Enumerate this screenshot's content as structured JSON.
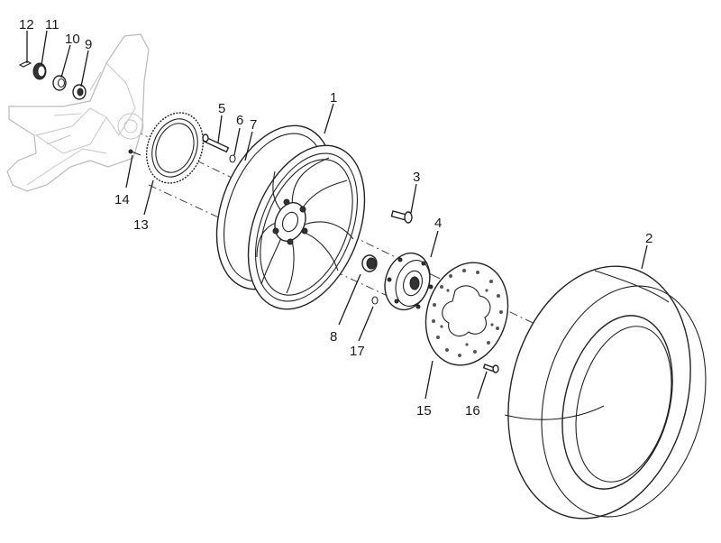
{
  "callouts": [
    {
      "id": "12",
      "text": "12"
    },
    {
      "id": "11",
      "text": "11"
    },
    {
      "id": "10",
      "text": "10"
    },
    {
      "id": "9",
      "text": "9"
    },
    {
      "id": "5",
      "text": "5"
    },
    {
      "id": "6",
      "text": "6"
    },
    {
      "id": "7",
      "text": "7"
    },
    {
      "id": "1",
      "text": "1"
    },
    {
      "id": "3",
      "text": "3"
    },
    {
      "id": "4",
      "text": "4"
    },
    {
      "id": "2",
      "text": "2"
    },
    {
      "id": "14",
      "text": "14"
    },
    {
      "id": "13",
      "text": "13"
    },
    {
      "id": "8",
      "text": "8"
    },
    {
      "id": "17",
      "text": "17"
    },
    {
      "id": "15",
      "text": "15"
    },
    {
      "id": "16",
      "text": "16"
    }
  ]
}
